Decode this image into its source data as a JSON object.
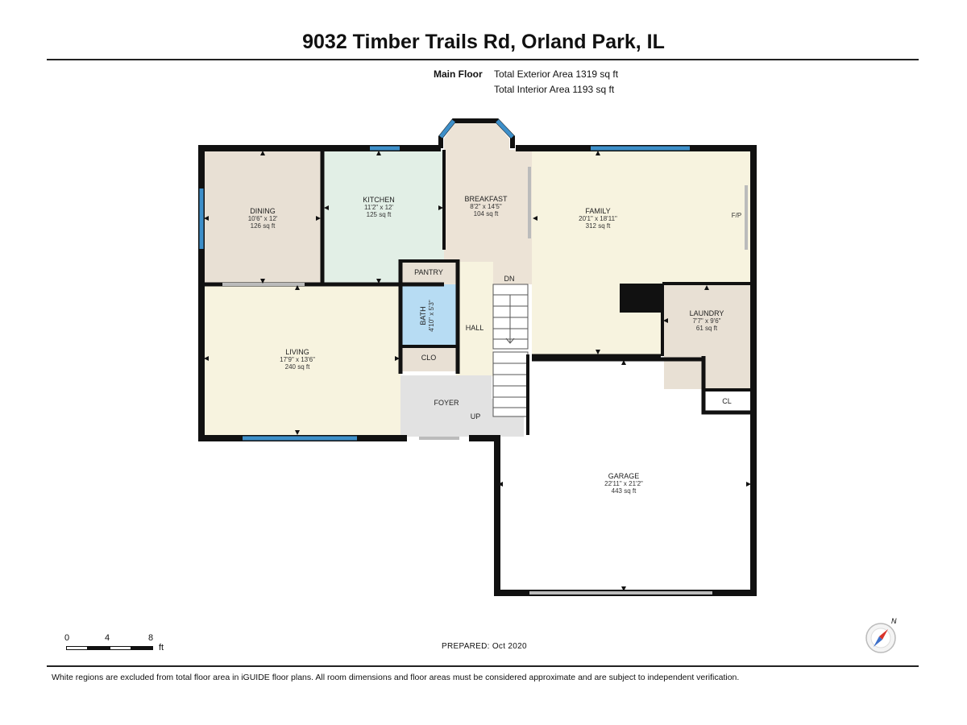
{
  "header": {
    "title": "9032 Timber Trails Rd, Orland Park, IL",
    "floor_label": "Main Floor",
    "exterior_area": "Total Exterior Area 1319 sq ft",
    "interior_area": "Total Interior Area 1193 sq ft"
  },
  "rooms": {
    "dining": {
      "name": "DINING",
      "dims": "10'6\" x 12'",
      "area": "126 sq ft"
    },
    "kitchen": {
      "name": "KITCHEN",
      "dims": "11'2\" x 12'",
      "area": "125 sq ft"
    },
    "breakfast": {
      "name": "BREAKFAST",
      "dims": "8'2\" x 14'5\"",
      "area": "104 sq ft"
    },
    "family": {
      "name": "FAMILY",
      "dims": "20'1\" x 18'11\"",
      "area": "312 sq ft",
      "fp": "F/P"
    },
    "pantry": {
      "name": "PANTRY"
    },
    "dn": {
      "name": "DN"
    },
    "bath": {
      "name": "BATH",
      "dims": "4'10\" x 5'3\""
    },
    "hall": {
      "name": "HALL"
    },
    "clo": {
      "name": "CLO"
    },
    "laundry": {
      "name": "LAUNDRY",
      "dims": "7'7\" x 9'6\"",
      "area": "61 sq ft"
    },
    "living": {
      "name": "LIVING",
      "dims": "17'9\" x 13'6\"",
      "area": "240 sq ft"
    },
    "foyer": {
      "name": "FOYER"
    },
    "up": {
      "name": "UP"
    },
    "cl": {
      "name": "CL"
    },
    "garage": {
      "name": "GARAGE",
      "dims": "22'11\" x 21'2\"",
      "area": "443 sq ft"
    }
  },
  "colors": {
    "dining": "#e8e0d4",
    "kitchen": "#e2efe6",
    "breakfast": "#ece3d6",
    "family": "#f7f3df",
    "living": "#f7f3df",
    "bath": "#b7dcf3",
    "hall": "#f7f3df",
    "laundry": "#e8e0d4",
    "foyer": "#e2e2e2",
    "garage": "#ffffff",
    "wall": "#111111",
    "window": "#3d8fc9"
  },
  "scale": {
    "labels": [
      "0",
      "4",
      "8"
    ],
    "unit": "ft"
  },
  "compass": {
    "label": "N",
    "icon": "compass-icon"
  },
  "footer": {
    "prepared": "PREPARED: Oct 2020",
    "disclaimer": "White regions are excluded from total floor area in iGUIDE floor plans. All room dimensions and floor areas must be considered approximate and are subject to independent verification."
  }
}
